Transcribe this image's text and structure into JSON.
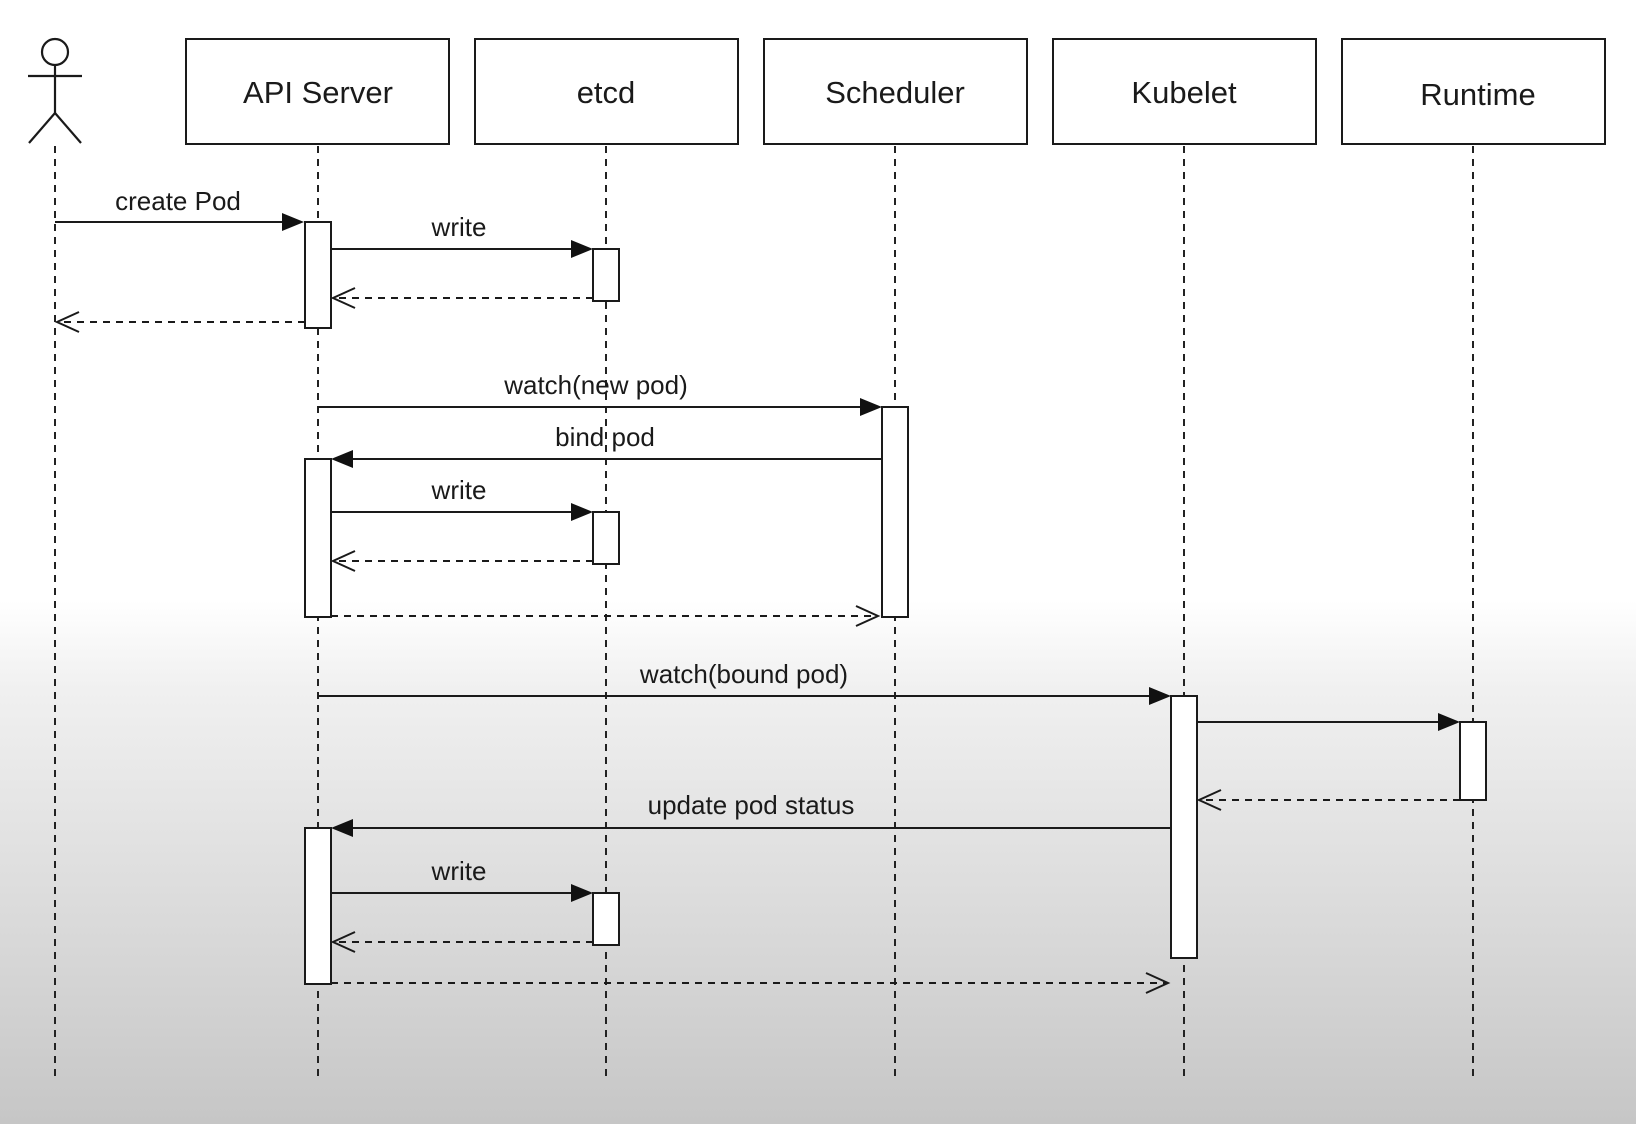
{
  "diagram": {
    "actor": {
      "icon": "stick-figure-icon"
    },
    "participants": [
      {
        "id": "api",
        "label": "API Server"
      },
      {
        "id": "etcd",
        "label": "etcd"
      },
      {
        "id": "scheduler",
        "label": "Scheduler"
      },
      {
        "id": "kubelet",
        "label": "Kubelet"
      },
      {
        "id": "runtime",
        "label": "Runtime"
      }
    ],
    "messages": [
      {
        "from": "actor",
        "to": "api",
        "label": "create Pod",
        "kind": "call"
      },
      {
        "from": "api",
        "to": "etcd",
        "label": "write",
        "kind": "call"
      },
      {
        "from": "etcd",
        "to": "api",
        "label": "",
        "kind": "return"
      },
      {
        "from": "api",
        "to": "actor",
        "label": "",
        "kind": "return"
      },
      {
        "from": "api",
        "to": "scheduler",
        "label": "watch(new pod)",
        "kind": "call"
      },
      {
        "from": "scheduler",
        "to": "api",
        "label": "bind pod",
        "kind": "call"
      },
      {
        "from": "api",
        "to": "etcd",
        "label": "write",
        "kind": "call"
      },
      {
        "from": "etcd",
        "to": "api",
        "label": "",
        "kind": "return"
      },
      {
        "from": "api",
        "to": "scheduler",
        "label": "",
        "kind": "return"
      },
      {
        "from": "api",
        "to": "kubelet",
        "label": "watch(bound pod)",
        "kind": "call"
      },
      {
        "from": "kubelet",
        "to": "runtime",
        "label": "",
        "kind": "call"
      },
      {
        "from": "runtime",
        "to": "kubelet",
        "label": "",
        "kind": "return"
      },
      {
        "from": "kubelet",
        "to": "api",
        "label": "update pod status",
        "kind": "call"
      },
      {
        "from": "api",
        "to": "etcd",
        "label": "write",
        "kind": "call"
      },
      {
        "from": "etcd",
        "to": "api",
        "label": "",
        "kind": "return"
      },
      {
        "from": "api",
        "to": "kubelet",
        "label": "",
        "kind": "return"
      }
    ]
  }
}
